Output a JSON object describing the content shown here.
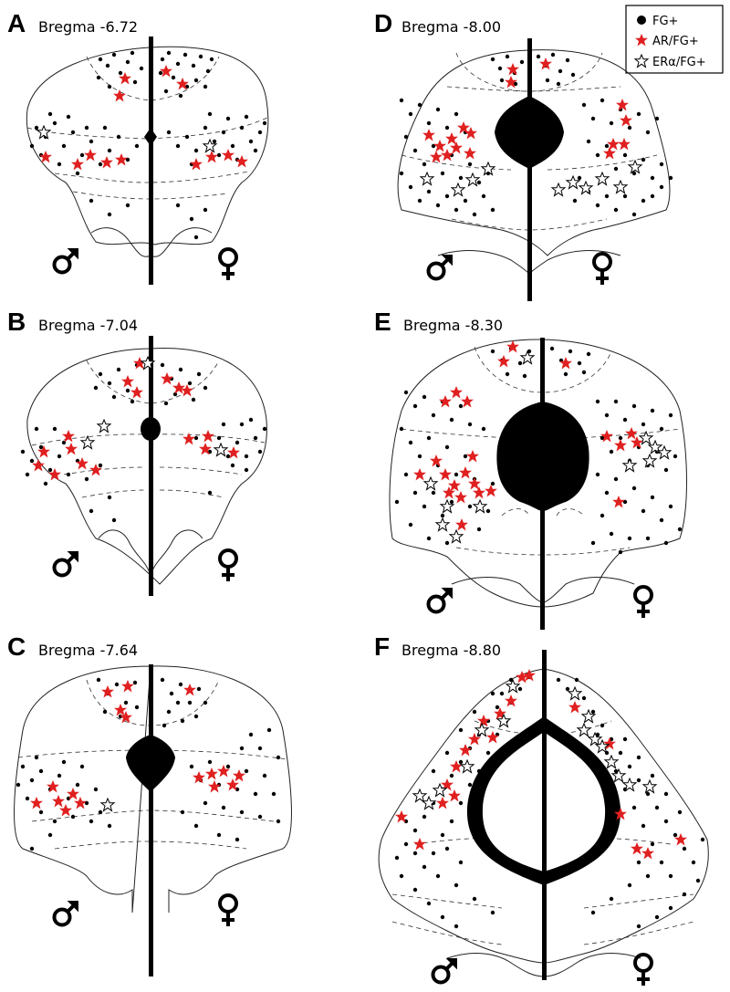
{
  "legend": {
    "items": [
      {
        "label": "FG+",
        "marker": "filled-circle",
        "color": "#000000"
      },
      {
        "label": "AR/FG+",
        "marker": "filled-star",
        "color": "#e02020"
      },
      {
        "label": "ERα/FG+",
        "marker": "open-star",
        "color": "#000000"
      }
    ]
  },
  "colors": {
    "fg": "#000000",
    "ar": "#e02020",
    "er": "#000000"
  },
  "symbols": {
    "male": "male-symbol-icon",
    "female": "female-symbol-icon"
  },
  "panels": [
    {
      "letter": "A",
      "label": "Bregma -6.72"
    },
    {
      "letter": "B",
      "label": "Bregma -7.04"
    },
    {
      "letter": "C",
      "label": "Bregma -7.64"
    },
    {
      "letter": "D",
      "label": "Bregma -8.00"
    },
    {
      "letter": "E",
      "label": "Bregma -8.30"
    },
    {
      "letter": "F",
      "label": "Bregma -8.80"
    }
  ]
}
